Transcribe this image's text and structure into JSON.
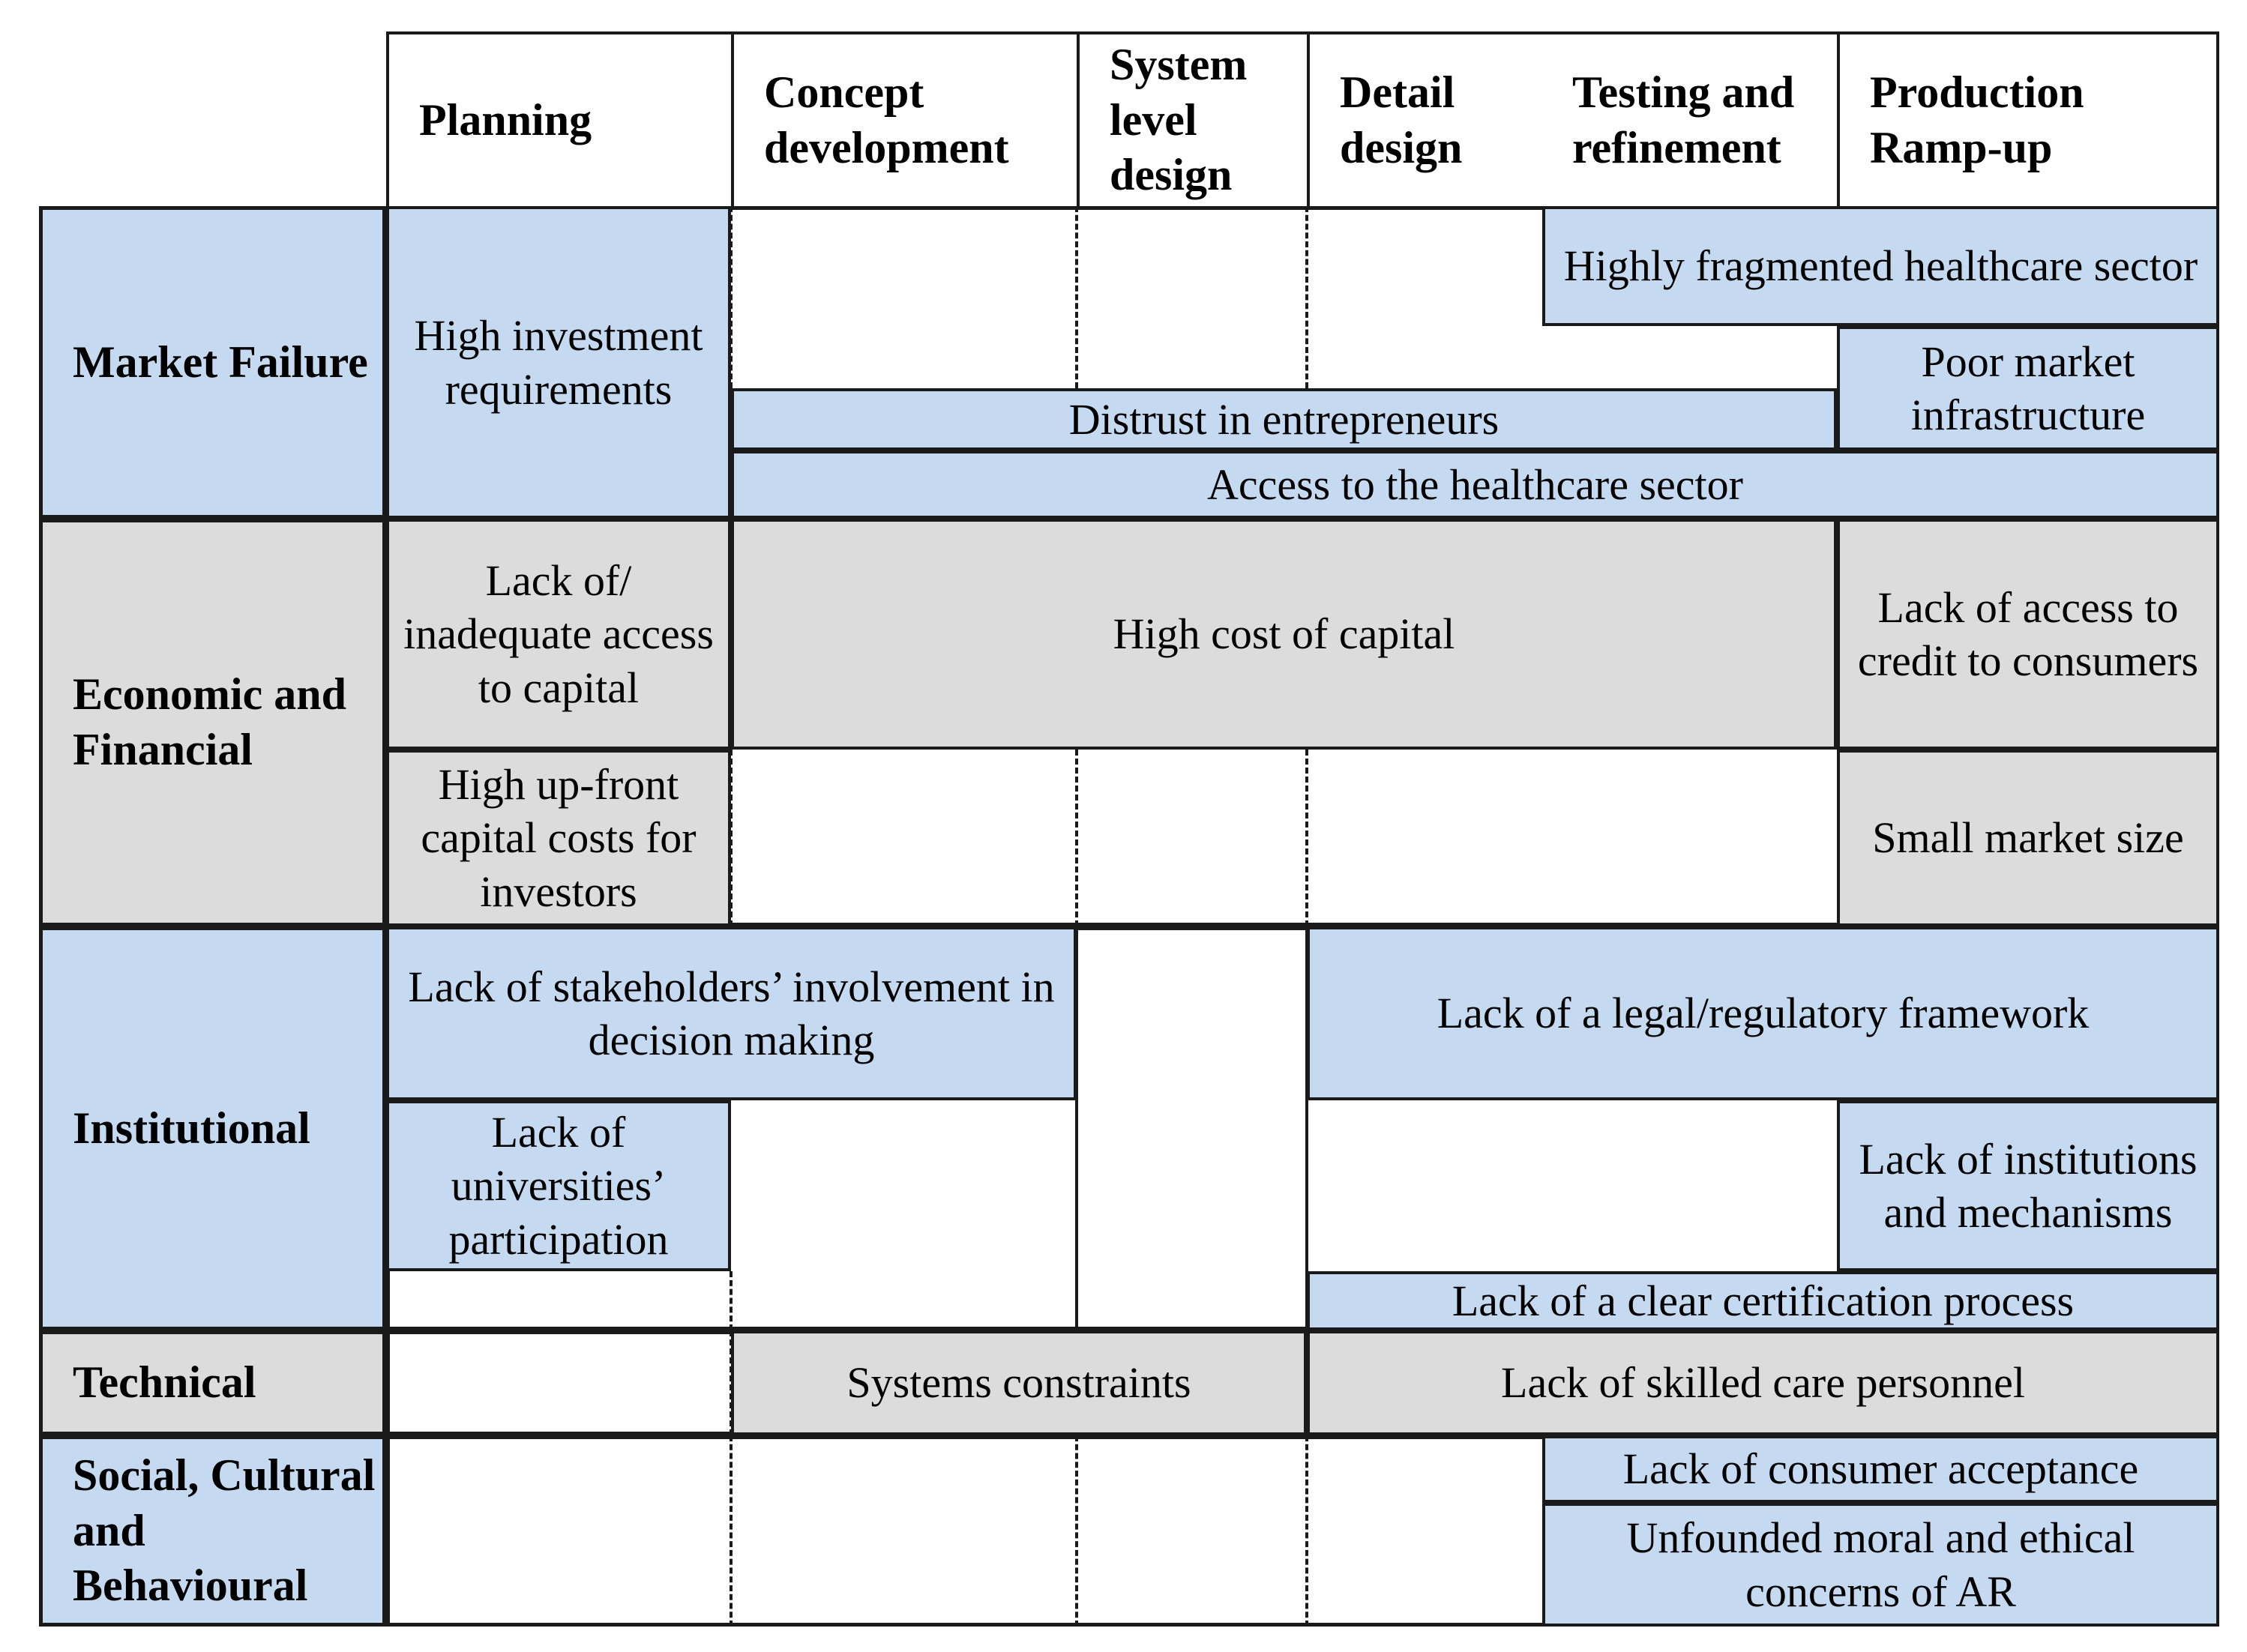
{
  "colors": {
    "blue": "#c5daf1",
    "gray": "#dcdcdc",
    "line": "#1a1a1a"
  },
  "stages": [
    "Planning",
    "Concept development",
    "System level design",
    "Detail design",
    "Testing and refinement",
    "Production Ramp-up"
  ],
  "categories": [
    {
      "label": "Market Failure",
      "shade": "blue"
    },
    {
      "label": "Economic and Financial",
      "shade": "gray"
    },
    {
      "label": "Institutional",
      "shade": "blue"
    },
    {
      "label": "Technical",
      "shade": "gray"
    },
    {
      "label": "Social, Cultural and Behavioural",
      "shade": "blue"
    }
  ],
  "barriers": [
    {
      "category": "Market Failure",
      "text": "High investment requirements",
      "from": "Planning",
      "to": "Planning"
    },
    {
      "category": "Market Failure",
      "text": "Highly fragmented healthcare sector",
      "from": "Testing and refinement",
      "to": "Production Ramp-up"
    },
    {
      "category": "Market Failure",
      "text": "Poor market infrastructure",
      "from": "Production Ramp-up",
      "to": "Production Ramp-up"
    },
    {
      "category": "Market Failure",
      "text": "Distrust in entrepreneurs",
      "from": "Concept development",
      "to": "Testing and refinement"
    },
    {
      "category": "Market Failure",
      "text": "Access to the healthcare sector",
      "from": "Concept development",
      "to": "Production Ramp-up"
    },
    {
      "category": "Economic and Financial",
      "text": "Lack of/ inadequate access to capital",
      "from": "Planning",
      "to": "Planning"
    },
    {
      "category": "Economic and Financial",
      "text": "High cost of capital",
      "from": "Concept development",
      "to": "Testing and refinement"
    },
    {
      "category": "Economic and Financial",
      "text": "Lack of access to credit to consumers",
      "from": "Production Ramp-up",
      "to": "Production Ramp-up"
    },
    {
      "category": "Economic and Financial",
      "text": "High up-front capital costs for investors",
      "from": "Planning",
      "to": "Planning"
    },
    {
      "category": "Economic and Financial",
      "text": "Small market size",
      "from": "Production Ramp-up",
      "to": "Production Ramp-up"
    },
    {
      "category": "Institutional",
      "text": "Lack of stakeholders’ involvement in decision making",
      "from": "Planning",
      "to": "Concept development"
    },
    {
      "category": "Institutional",
      "text": "Lack of a legal/regulatory framework",
      "from": "Detail design",
      "to": "Production Ramp-up"
    },
    {
      "category": "Institutional",
      "text": "Lack of universities’ participation",
      "from": "Planning",
      "to": "Planning"
    },
    {
      "category": "Institutional",
      "text": "Lack of institutions and mechanisms",
      "from": "Production Ramp-up",
      "to": "Production Ramp-up"
    },
    {
      "category": "Institutional",
      "text": "Lack of a clear certification process",
      "from": "Detail design",
      "to": "Production Ramp-up"
    },
    {
      "category": "Technical",
      "text": "Systems constraints",
      "from": "Concept development",
      "to": "System level design"
    },
    {
      "category": "Technical",
      "text": "Lack of skilled care personnel",
      "from": "Detail design",
      "to": "Production Ramp-up"
    },
    {
      "category": "Social, Cultural and Behavioural",
      "text": "Lack of consumer acceptance",
      "from": "Testing and refinement",
      "to": "Production Ramp-up"
    },
    {
      "category": "Social, Cultural and Behavioural",
      "text": "Unfounded moral and ethical concerns of AR",
      "from": "Testing and refinement",
      "to": "Production Ramp-up"
    }
  ]
}
